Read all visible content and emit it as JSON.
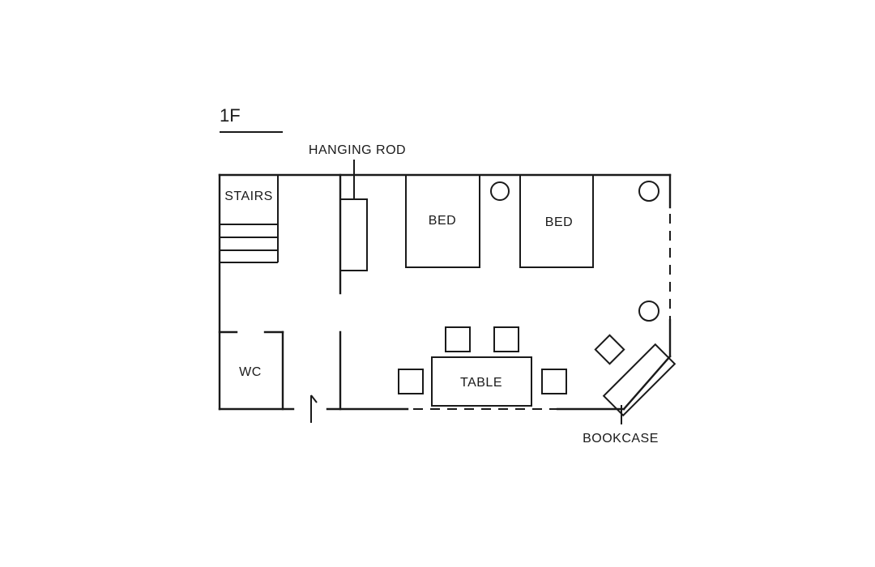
{
  "floor_label": "1F",
  "labels": {
    "hanging_rod": "HANGING ROD",
    "stairs": "STAIRS",
    "bed_1": "BED",
    "bed_2": "BED",
    "wc": "WC",
    "table": "TABLE",
    "bookcase": "BOOKCASE"
  }
}
